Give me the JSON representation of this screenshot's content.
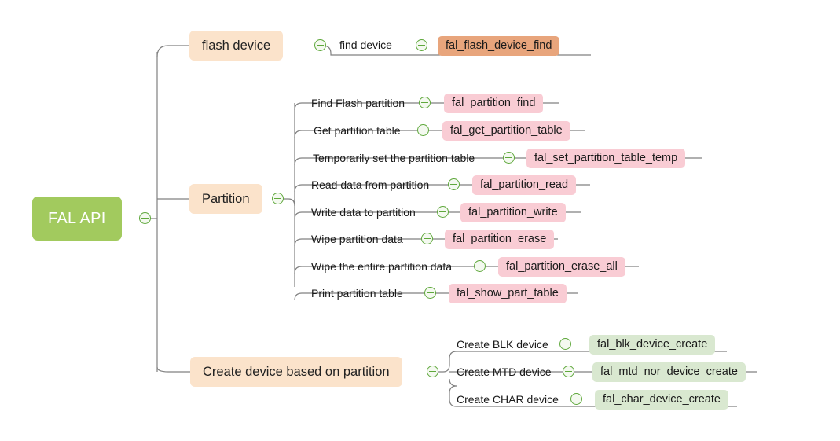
{
  "diagram": {
    "title": "FAL API mind map",
    "colors": {
      "root_fill": "#a2ca5e",
      "root_text": "#ffffff",
      "branch_fill": "#fbe3cb",
      "badge_pink": "#f9ccd4",
      "badge_orange": "#e8a57c",
      "badge_green": "#d9e8d0",
      "line": "#808080",
      "toggle_stroke": "#5fa83c",
      "background": "#ffffff"
    },
    "root": {
      "label": "FAL API"
    },
    "branches": [
      {
        "id": "flash-device",
        "label": "flash device",
        "badge_style": "orange",
        "children": [
          {
            "label": "find device",
            "api": "fal_flash_device_find"
          }
        ]
      },
      {
        "id": "partition",
        "label": "Partition",
        "badge_style": "pink",
        "children": [
          {
            "label": "Find Flash partition",
            "api": "fal_partition_find"
          },
          {
            "label": "Get partition table",
            "api": "fal_get_partition_table"
          },
          {
            "label": "Temporarily set the partition table",
            "api": "fal_set_partition_table_temp"
          },
          {
            "label": "Read data from partition",
            "api": "fal_partition_read"
          },
          {
            "label": "Write data to partition",
            "api": "fal_partition_write"
          },
          {
            "label": "Wipe partition data",
            "api": "fal_partition_erase"
          },
          {
            "label": "Wipe the entire partition data",
            "api": "fal_partition_erase_all"
          },
          {
            "label": "Print partition table",
            "api": "fal_show_part_table"
          }
        ]
      },
      {
        "id": "create-device",
        "label": "Create device based on partition",
        "badge_style": "green",
        "children": [
          {
            "label": "Create BLK device",
            "api": "fal_blk_device_create"
          },
          {
            "label": "Create MTD device",
            "api": "fal_mtd_nor_device_create"
          },
          {
            "label": "Create CHAR device",
            "api": "fal_char_device_create"
          }
        ]
      }
    ],
    "toggles": {
      "icon": "collapse-minus-icon",
      "count": 15
    }
  }
}
